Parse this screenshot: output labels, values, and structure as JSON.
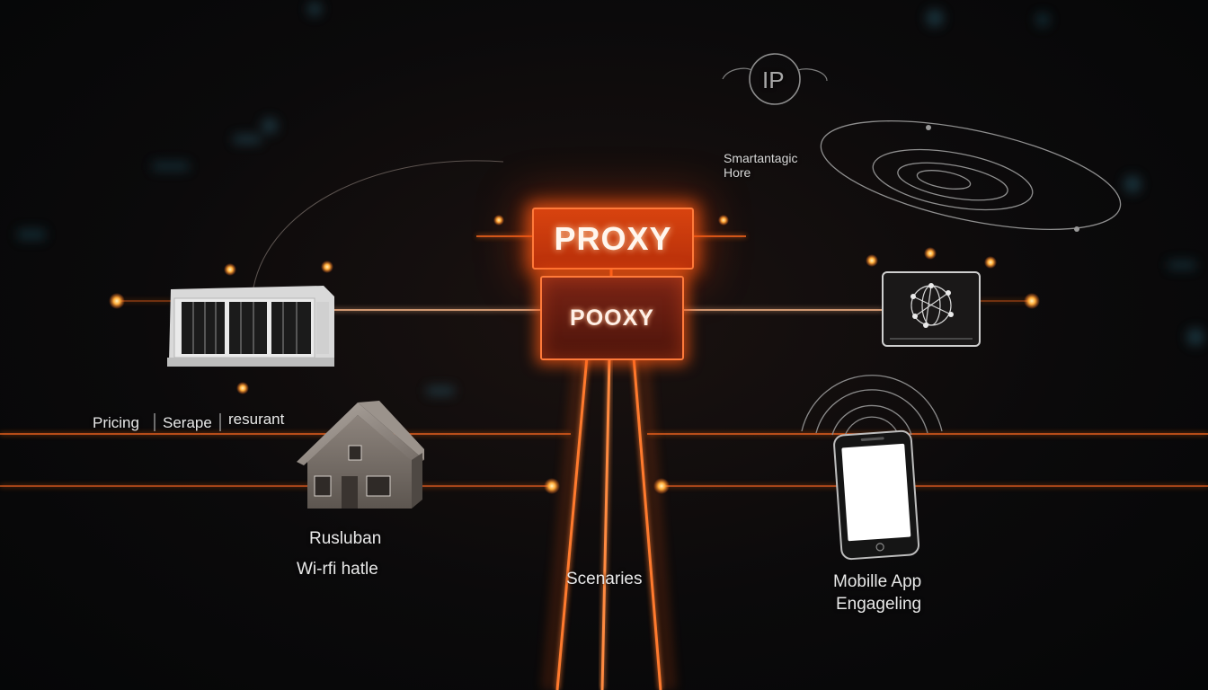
{
  "diagram": {
    "proxy_top_label": "PROXY",
    "proxy_main_label": "POOXY",
    "ip_label": "IP",
    "smart_label_line1": "Smartantagic",
    "smart_label_line2": "Hore",
    "left_menu": [
      "Pricing",
      "Serape",
      "resurant"
    ],
    "house_label_line1": "Rusluban",
    "house_label_line2": "Wi-rfi hatle",
    "center_label": "Scenaries",
    "mobile_label_line1": "Mobille App",
    "mobile_label_line2": "Engageling"
  },
  "colors": {
    "accent": "#ff6a1f",
    "proxy_top_fill": "#c93a0d",
    "proxy_main_fill": "#5e1a0f",
    "background": "#0a0909",
    "text": "#e9e9e9"
  },
  "icons": [
    "server-icon",
    "house-icon",
    "smartphone-icon",
    "globe-network-icon",
    "ip-icon",
    "orbit-rings-icon",
    "wifi-signal-icon"
  ]
}
